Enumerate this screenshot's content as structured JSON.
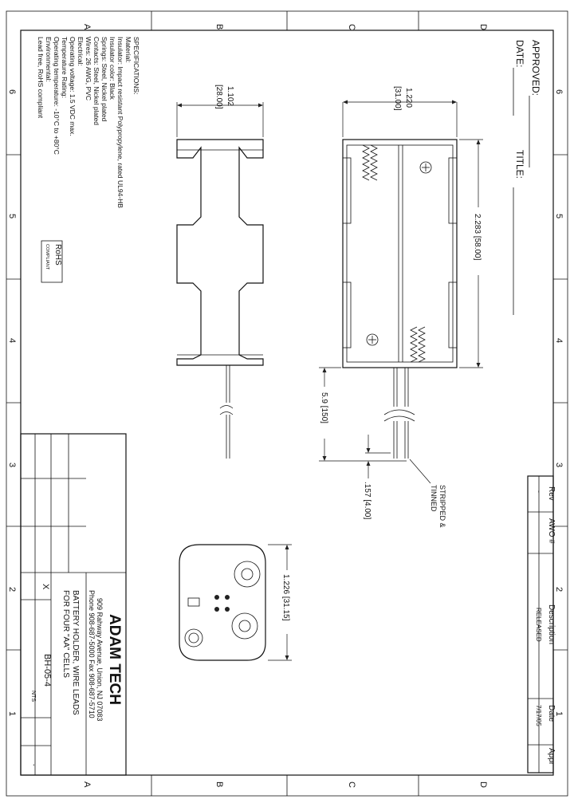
{
  "zones": {
    "letters": [
      "A",
      "B",
      "C",
      "D"
    ],
    "numbers": [
      "6",
      "5",
      "4",
      "3",
      "2",
      "1"
    ]
  },
  "approval": {
    "approved_label": "APPROVED:",
    "date_label": "DATE:",
    "title_label": "TITLE:"
  },
  "specs": {
    "heading": "SPECIFICATIONS:",
    "lines": [
      "Material:",
      "Insulator: Impact resistant Polypropylene, rated UL94-HB",
      "Insulator color: Black",
      "Springs: Steel, Nickel plated",
      "Contacts: Steel, Nickel plated",
      "Wires: 26 AWG, PVC",
      "Electrical:",
      "Operating voltage: 1.5 VDC max.",
      "Temperature Rating:",
      "Operating temperature: -10°C to +80°C",
      "Environmental:",
      "Lead free, RoHS compliant"
    ],
    "rohs_badge_top": "RoHS",
    "rohs_badge_bottom": "COMPLIANT"
  },
  "dimensions": {
    "side_width": "1.102",
    "side_width_mm": "[28.00]",
    "front_width": "1.220",
    "front_width_mm": "[31.00]",
    "length": "2.283 [58.00]",
    "wire_length": "5.9 [150]",
    "strip_length": ".157 [4.00]",
    "end_height": "1.226 [31.15]",
    "note_line1": "STRIPPED &",
    "note_line2": "TINNED"
  },
  "revision_table": {
    "headers": [
      "Rev",
      "AWO #",
      "Description",
      "Date",
      "Appr"
    ],
    "rows": [
      [
        "-",
        "",
        "RELEASED",
        "7/17/05",
        ""
      ]
    ]
  },
  "title_block": {
    "company": "ADAM TECH",
    "address": "909 Rahway Avenue, Union, NJ 07083",
    "phone": "Phone 908-687-5000 Fax 908-687-5710",
    "title_line1": "BATTERY HOLDER, WIRE LEADS",
    "title_line2": "FOR FOUR \"AA\" CELLS",
    "part_number": "BH-05-4",
    "scale_value": "NTS",
    "revision_value": "-",
    "check_mark": "X"
  }
}
